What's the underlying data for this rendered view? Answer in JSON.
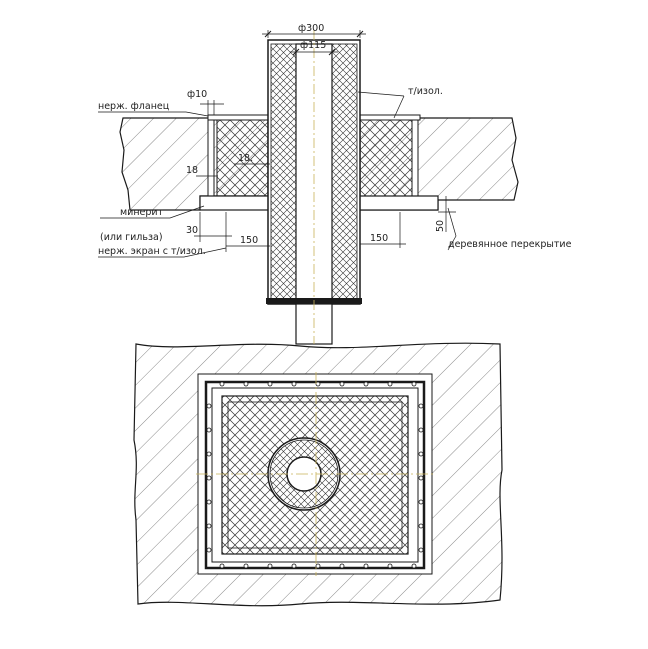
{
  "dimensions": {
    "outer_diameter": "ф300",
    "inner_diameter": "ф115",
    "flange_bolt": "ф10",
    "gap_left": "18",
    "gap_right": "18.",
    "offset_30": "30",
    "offset_left_150": "150",
    "offset_right_150": "150",
    "offset_50": "50"
  },
  "labels": {
    "flange": "нерж. фланец",
    "insulation": "т/изол.",
    "minerite": "минерит",
    "sleeve": "(или гильза)",
    "screen": "нерж. экран с т/изол.",
    "ceiling": "деревянное перекрытие"
  },
  "colors": {
    "line": "#1a1a1a",
    "hatch": "#8a8a8a",
    "axis": "#c9b25a"
  }
}
